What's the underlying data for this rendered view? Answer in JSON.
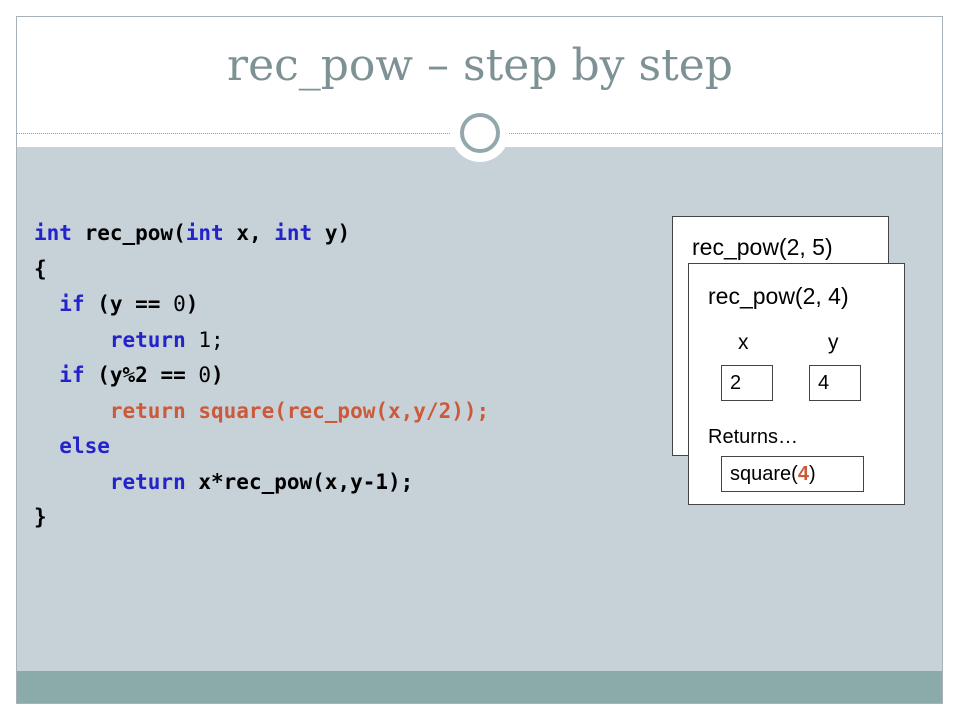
{
  "slide": {
    "title": "rec_pow – step by step"
  },
  "code": {
    "lines": [
      [
        {
          "t": "int ",
          "c": "kw"
        },
        {
          "t": "rec_pow(",
          "c": ""
        },
        {
          "t": "int ",
          "c": "kw"
        },
        {
          "t": "x, ",
          "c": ""
        },
        {
          "t": "int ",
          "c": "kw"
        },
        {
          "t": "y)",
          "c": ""
        }
      ],
      [
        {
          "t": "{",
          "c": ""
        }
      ],
      [
        {
          "t": "  ",
          "c": ""
        },
        {
          "t": "if",
          "c": "kw"
        },
        {
          "t": " (y == ",
          "c": ""
        },
        {
          "t": "0",
          "c": "nm"
        },
        {
          "t": ")",
          "c": ""
        }
      ],
      [
        {
          "t": "      ",
          "c": ""
        },
        {
          "t": "return ",
          "c": "kw"
        },
        {
          "t": "1;",
          "c": "nm"
        }
      ],
      [
        {
          "t": "  ",
          "c": ""
        },
        {
          "t": "if",
          "c": "kw"
        },
        {
          "t": " (y%2 == ",
          "c": ""
        },
        {
          "t": "0",
          "c": "nm"
        },
        {
          "t": ")",
          "c": ""
        }
      ],
      [
        {
          "t": "      ",
          "c": ""
        },
        {
          "t": "return square(rec_pow(x,y/2));",
          "c": "rd"
        }
      ],
      [
        {
          "t": "  ",
          "c": ""
        },
        {
          "t": "else",
          "c": "kw"
        }
      ],
      [
        {
          "t": "      ",
          "c": ""
        },
        {
          "t": "return ",
          "c": "kw"
        },
        {
          "t": "x*rec_pow(x,y-1);",
          "c": ""
        }
      ],
      [
        {
          "t": "}",
          "c": ""
        }
      ]
    ]
  },
  "frames": {
    "outer": {
      "title": "rec_pow(2, 5)"
    },
    "inner": {
      "title": "rec_pow(2, 4)",
      "x_label": "x",
      "y_label": "y",
      "x_value": "2",
      "y_value": "4",
      "returns_label": "Returns…",
      "return_fn": "square(",
      "return_arg": "4",
      "return_close": ")"
    }
  },
  "colors": {
    "keyword": "#2323c9",
    "highlight": "#cc5a3a",
    "title": "#7e9296",
    "content_bg": "#c6d1d8",
    "footer_bg": "#8aabaa"
  }
}
